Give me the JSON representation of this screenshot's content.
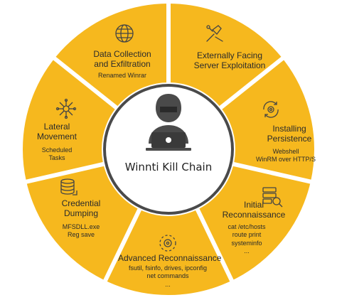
{
  "center": {
    "title": "Winnti Kill Chain",
    "icon": "hacker-laptop-icon"
  },
  "segments": [
    {
      "title_lines": [
        "Externally Facing",
        "Server Exploitation"
      ],
      "detail_lines": [],
      "icon": "exploit-tool-icon"
    },
    {
      "title_lines": [
        "Installing",
        "Persistence"
      ],
      "detail_lines": [
        "Webshell",
        "WinRM over HTTP/S"
      ],
      "icon": "gear-refresh-icon"
    },
    {
      "title_lines": [
        "Initial",
        "Reconnaissance"
      ],
      "detail_lines": [
        "cat /etc/hosts",
        "route print",
        "systeminfo",
        "..."
      ],
      "icon": "server-search-icon"
    },
    {
      "title_lines": [
        "Advanced Reconnaissance"
      ],
      "detail_lines": [
        "fsutil, fsinfo, drives, ipconfig",
        "net commands",
        "..."
      ],
      "icon": "gear-cycle-icon"
    },
    {
      "title_lines": [
        "Credential",
        "Dumping"
      ],
      "detail_lines": [
        "MFSDLL.exe",
        "Reg save"
      ],
      "icon": "database-icon"
    },
    {
      "title_lines": [
        "Lateral",
        "Movement"
      ],
      "detail_lines": [
        "Scheduled",
        "Tasks"
      ],
      "icon": "network-hub-icon"
    },
    {
      "title_lines": [
        "Data Collection",
        "and Exfiltration"
      ],
      "detail_lines": [
        "Renamed Winrar"
      ],
      "icon": "globe-icon"
    }
  ],
  "colors": {
    "ring": "#F6B81E",
    "separator": "#ffffff",
    "center_border": "#4a4a4a",
    "icon": "#444444",
    "text": "#2b2b2b"
  }
}
